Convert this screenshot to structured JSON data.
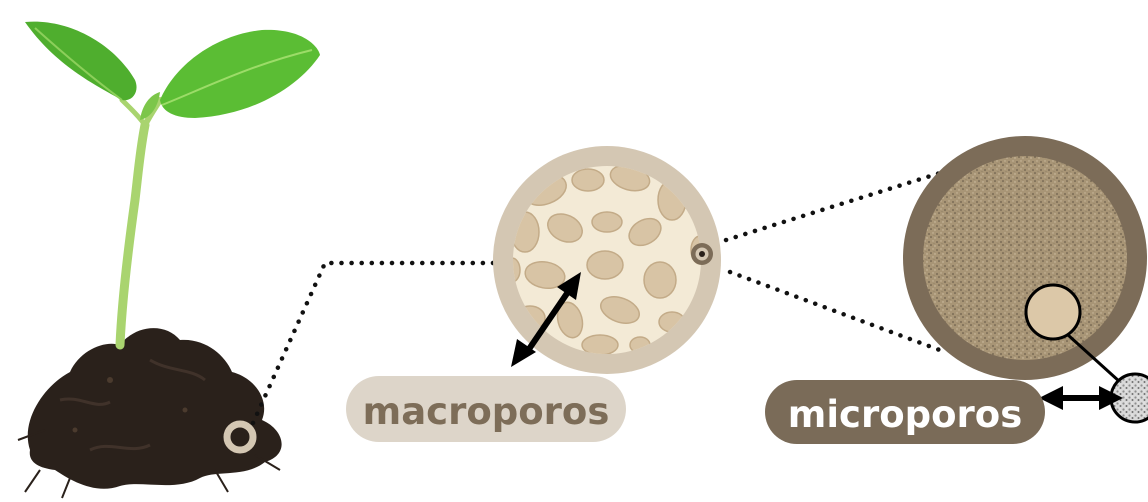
{
  "labels": {
    "macro": "macroporos",
    "micro": "microporos"
  },
  "colors": {
    "background": "#ffffff",
    "macro_ring": "#d4c7b3",
    "macro_fill": "#f3ead6",
    "macro_grain": "#d8c4a5",
    "macro_pill": "#ddd5c9",
    "macro_text": "#7d6d58",
    "micro_ring": "#7c6c58",
    "micro_fill": "#a89576",
    "micro_pill": "#7a6b58",
    "micro_text": "#ffffff",
    "soil": "#2a211b",
    "leaf": "#4fae2e",
    "stem": "#a9d46f",
    "arrow": "#000000",
    "dotted_line": "#111111"
  },
  "icons": {
    "plant": "seedling-in-soil",
    "sample_marker": "ring-marker",
    "macro_view": "macropore-zoom-circle",
    "micro_view": "micropore-zoom-circle",
    "micro_detail": "grain-detail-circle"
  }
}
